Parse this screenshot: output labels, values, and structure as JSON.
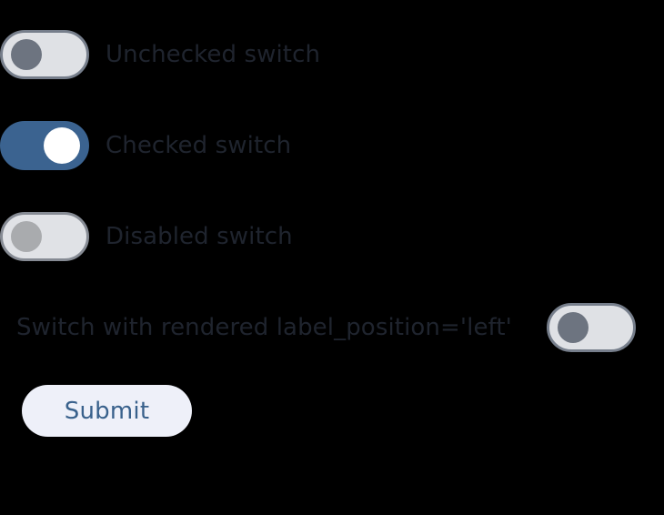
{
  "form": {
    "rows": [
      {
        "label": "Unchecked switch",
        "state": "unchecked",
        "label_position": "right"
      },
      {
        "label": "Checked switch",
        "state": "checked",
        "label_position": "right"
      },
      {
        "label": "Disabled switch",
        "state": "disabled",
        "label_position": "right"
      },
      {
        "label": "Switch with rendered label_position='left'",
        "state": "unchecked",
        "label_position": "left"
      }
    ],
    "submit_label": "Submit"
  },
  "colors": {
    "background": "#000000",
    "track_off": "#dfe1e5",
    "track_off_border": "#767e8b",
    "knob_off": "#6d7480",
    "track_on": "#3b6390",
    "knob_on": "#ffffff",
    "track_disabled": "#e0e2e6",
    "knob_disabled": "#a9abae",
    "label_text": "#1f242e",
    "button_background": "#eef0f9",
    "button_text": "#39618c"
  }
}
